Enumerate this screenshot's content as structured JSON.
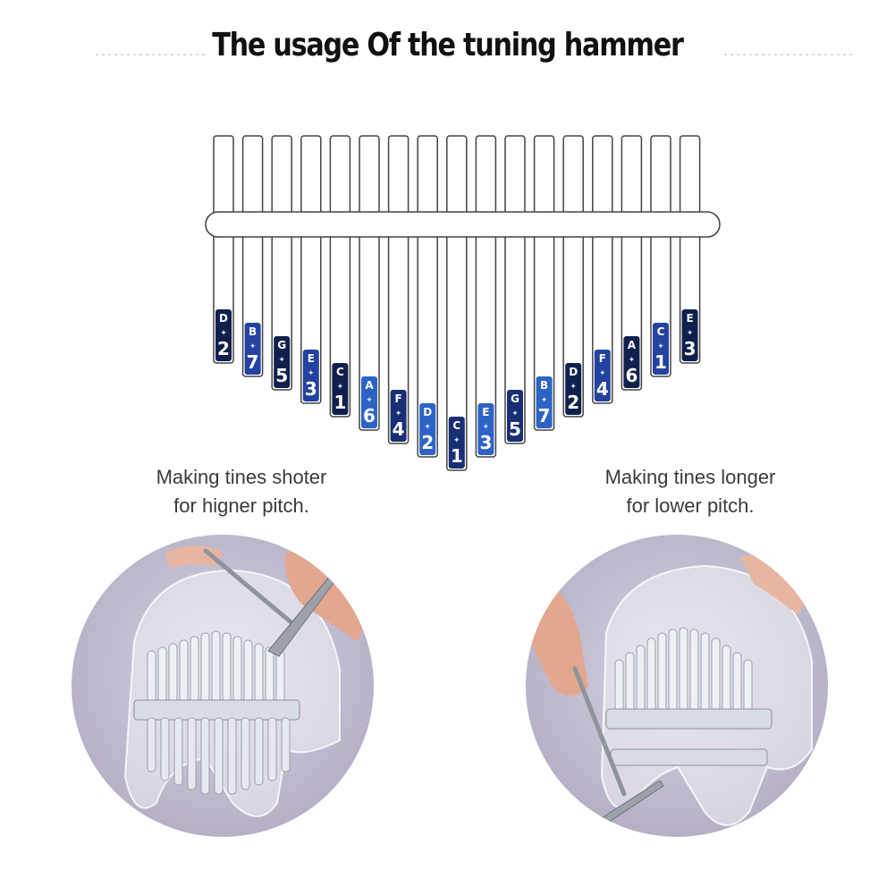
{
  "title": "The usage Of the tuning hammer",
  "diagram": {
    "tine_labels": [
      {
        "note": "D",
        "num": "2",
        "level": 0
      },
      {
        "note": "B",
        "num": "7",
        "level": 1
      },
      {
        "note": "G",
        "num": "5",
        "level": 2
      },
      {
        "note": "E",
        "num": "3",
        "level": 3
      },
      {
        "note": "C",
        "num": "1",
        "level": 4
      },
      {
        "note": "A",
        "num": "6",
        "level": 5
      },
      {
        "note": "F",
        "num": "4",
        "level": 6
      },
      {
        "note": "D",
        "num": "2",
        "level": 7
      },
      {
        "note": "C",
        "num": "1",
        "level": 8
      },
      {
        "note": "E",
        "num": "3",
        "level": 7
      },
      {
        "note": "G",
        "num": "5",
        "level": 6
      },
      {
        "note": "B",
        "num": "7",
        "level": 5
      },
      {
        "note": "D",
        "num": "2",
        "level": 4
      },
      {
        "note": "F",
        "num": "4",
        "level": 3
      },
      {
        "note": "A",
        "num": "6",
        "level": 2
      },
      {
        "note": "C",
        "num": "1",
        "level": 1
      },
      {
        "note": "E",
        "num": "3",
        "level": 0
      }
    ],
    "label_colors": [
      "#10204d",
      "#1a2f73",
      "#2443a0",
      "#2e63c6",
      "#3c86dc"
    ]
  },
  "left": {
    "caption_line1": "Making tines shoter",
    "caption_line2": "for higner pitch."
  },
  "right": {
    "caption_line1": "Making tines longer",
    "caption_line2": "for lower pitch."
  }
}
